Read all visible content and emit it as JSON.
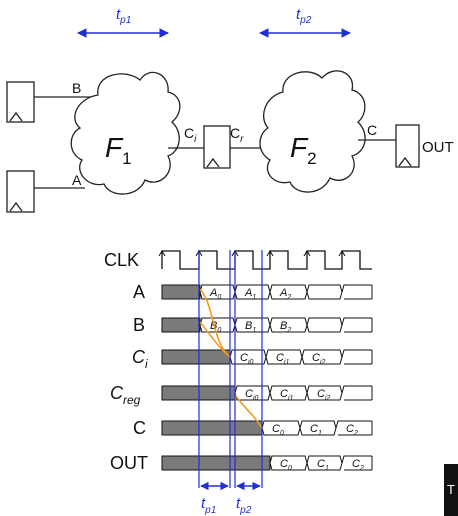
{
  "timing_labels": {
    "tp1": {
      "base": "t",
      "sub": "p1"
    },
    "tp2": {
      "base": "t",
      "sub": "p2"
    }
  },
  "block_diagram": {
    "input_b": "B",
    "input_a": "A",
    "f1": {
      "base": "F",
      "sub": "1"
    },
    "f2": {
      "base": "F",
      "sub": "2"
    },
    "ci": {
      "base": "C",
      "sub": "i"
    },
    "cr": {
      "base": "C",
      "sub": "r"
    },
    "c": "C",
    "out": "OUT"
  },
  "waveforms": {
    "signals": [
      {
        "base": "CLK",
        "sub": ""
      },
      {
        "base": "A",
        "sub": ""
      },
      {
        "base": "B",
        "sub": ""
      },
      {
        "base": "C",
        "sub": "i"
      },
      {
        "base": "C",
        "sub": "reg"
      },
      {
        "base": "C",
        "sub": ""
      },
      {
        "base": "OUT",
        "sub": ""
      }
    ],
    "a_values": [
      {
        "base": "A",
        "sub": "0"
      },
      {
        "base": "A",
        "sub": "1"
      },
      {
        "base": "A",
        "sub": "2"
      }
    ],
    "b_values": [
      {
        "base": "B",
        "sub": "0"
      },
      {
        "base": "B",
        "sub": "1"
      },
      {
        "base": "B",
        "sub": "2"
      }
    ],
    "ci_values": [
      {
        "base": "C",
        "sub": "i0"
      },
      {
        "base": "C",
        "sub": "i1"
      },
      {
        "base": "C",
        "sub": "i2"
      }
    ],
    "creg_values": [
      {
        "base": "C",
        "sub": "i0"
      },
      {
        "base": "C",
        "sub": "i1"
      },
      {
        "base": "C",
        "sub": "i2"
      }
    ],
    "c_values": [
      {
        "base": "C",
        "sub": "0"
      },
      {
        "base": "C",
        "sub": "1"
      },
      {
        "base": "C",
        "sub": "2"
      }
    ],
    "out_values": [
      {
        "base": "C",
        "sub": "0"
      },
      {
        "base": "C",
        "sub": "1"
      },
      {
        "base": "C",
        "sub": "2"
      }
    ]
  },
  "colors": {
    "blue": "#1f2fd6",
    "orange": "#f39a1e",
    "shade": "#7a7a7a"
  },
  "corner_badge": "T"
}
